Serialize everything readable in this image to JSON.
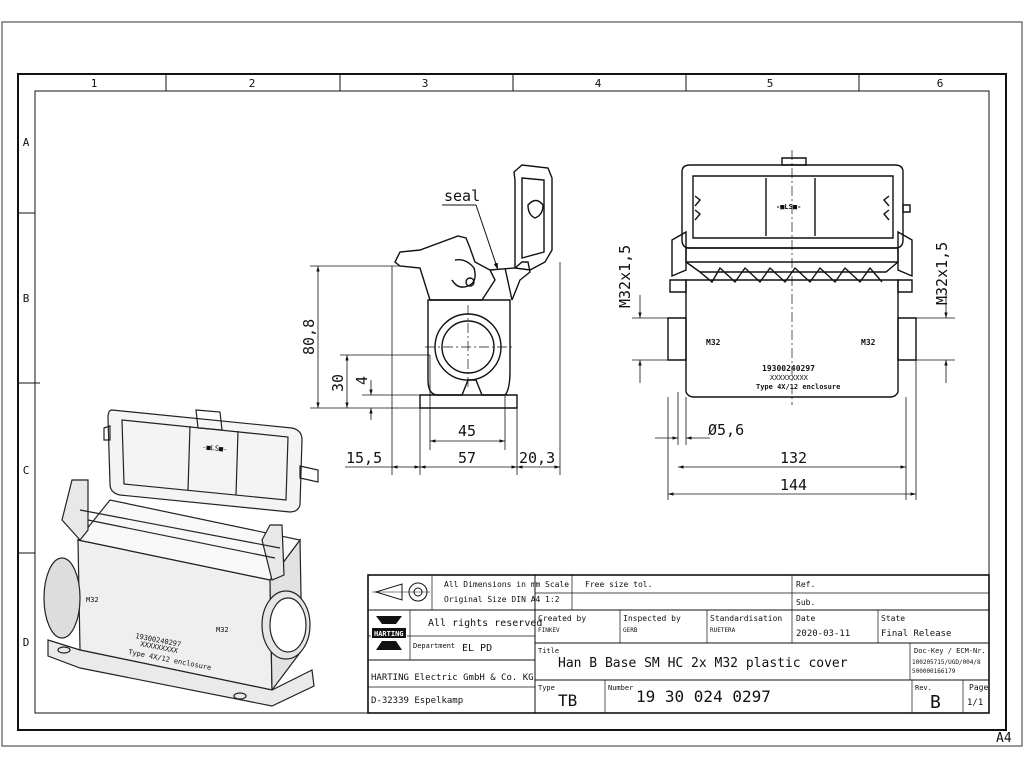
{
  "sheet": {
    "columns": [
      "1",
      "2",
      "3",
      "4",
      "5",
      "6"
    ],
    "rows": [
      "A",
      "B",
      "C",
      "D"
    ],
    "size_mark": "A4"
  },
  "drawing": {
    "callout_seal": "seal",
    "dims": {
      "h_80_8": "80,8",
      "h_30": "30",
      "h_4": "4",
      "w_45": "45",
      "w_15_5": "15,5",
      "w_57": "57",
      "w_20_3": "20,3",
      "thread_left": "M32x1,5",
      "thread_right": "M32x1,5",
      "dia_5_6": "Ø5,6",
      "w_132": "132",
      "w_144": "144"
    },
    "front_view": {
      "port_left": "M32",
      "port_right": "M32",
      "part_no": "19300240297",
      "batch": "XXXXXXXXX",
      "type_line": "Type 4X/12 enclosure",
      "cover_mark": "-■LS■-"
    },
    "iso_view": {
      "port_left": "M32",
      "port_right": "M32",
      "part_no": "19300240297",
      "batch": "XXXXXXXXX",
      "type_line": "Type 4X/12 enclosure",
      "cover_mark": "-■LS■-"
    }
  },
  "title_block": {
    "dims_note_1": "All Dimensions in mm",
    "dims_note_2": "Original Size DIN A4",
    "scale_label": "Scale",
    "scale_value": "1:2",
    "tol_label": "Free size tol.",
    "ref_label": "Ref.",
    "sub_label": "Sub.",
    "rights": "All rights reserved",
    "logo_text": "HARTING",
    "created_label": "Created by",
    "created_value": "FINKEV",
    "inspected_label": "Inspected by",
    "inspected_value": "GERB",
    "std_label": "Standardisation",
    "std_value": "RUETERA",
    "date_label": "Date",
    "date_value": "2020-03-11",
    "state_label": "State",
    "state_value": "Final Release",
    "dept_label": "Department",
    "dept_value": "EL PD",
    "title_label": "Title",
    "title_value": "Han B Base SM HC 2x M32 plastic cover",
    "dockey_label": "Doc-Key / ECM-Nr.",
    "dockey_line1": "100205715/UGD/004/8",
    "dockey_line2": "500000166179",
    "company": "HARTING Electric GmbH & Co. KG",
    "address": "D-32339 Espelkamp",
    "type_label": "Type",
    "type_value": "TB",
    "number_label": "Number",
    "number_value": "19 30 024 0297",
    "rev_label": "Rev.",
    "rev_value": "B",
    "page_label": "Page",
    "page_value": "1/1"
  }
}
